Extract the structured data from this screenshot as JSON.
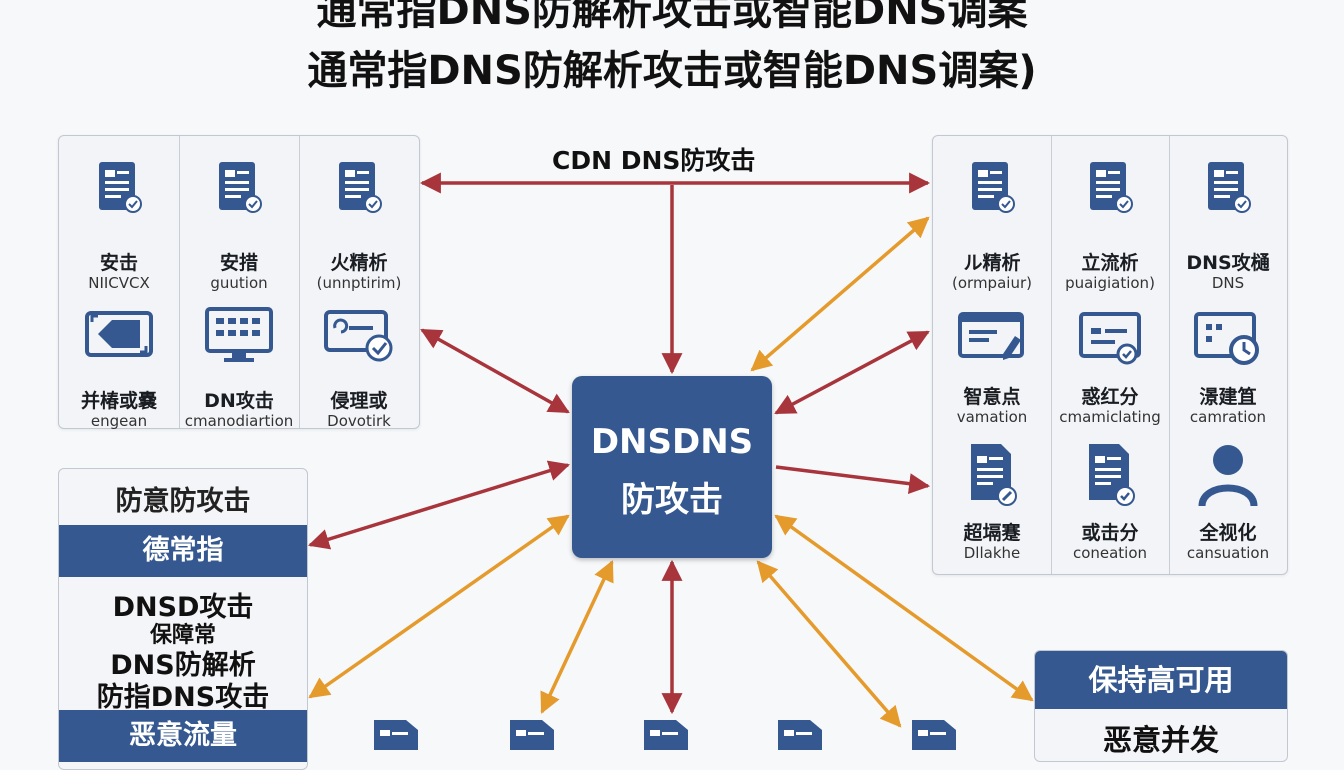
{
  "title": {
    "line_cut": "通常指DNS防解析攻击或智能DNS调案",
    "line_main": "通常指DNS防解析攻击或智能DNS调案)"
  },
  "center": {
    "line1": "DNSDNS",
    "line2": "防攻击"
  },
  "top_label": "CDN DNS防攻击",
  "left_top_panel": {
    "row1": [
      {
        "cn": "安击",
        "en": "NIICVCX",
        "icon": "document-check-icon"
      },
      {
        "cn": "安措",
        "en": "guution",
        "icon": "document-check-icon"
      },
      {
        "cn": "火精析",
        "en": "(unnptirim)",
        "icon": "document-check-icon"
      }
    ],
    "row2": [
      {
        "cn": "并椿或嚢",
        "en": "engean",
        "icon": "resize-frame-icon"
      },
      {
        "cn": "DN攻击",
        "en": "cmanodiartion",
        "icon": "monitor-grid-icon"
      },
      {
        "cn": "侵理或",
        "en": "Dovotirk",
        "icon": "card-check-icon"
      }
    ]
  },
  "right_panel": {
    "row1": [
      {
        "cn": "ル精析",
        "en": "(ormpaiur)",
        "icon": "document-check-icon"
      },
      {
        "cn": "立流析",
        "en": "puaigiation)",
        "icon": "document-check-icon"
      },
      {
        "cn": "DNS攻樋",
        "en": "DNS",
        "icon": "document-check-icon"
      }
    ],
    "row2": [
      {
        "cn": "智意点",
        "en": "vamation",
        "icon": "screen-edit-icon"
      },
      {
        "cn": "惑红分",
        "en": "cmamiclating",
        "icon": "card-check-icon"
      },
      {
        "cn": "澋建笡",
        "en": "camration",
        "icon": "monitor-clock-icon"
      }
    ],
    "row3": [
      {
        "cn": "超塥蹇",
        "en": "Dllakhe",
        "icon": "document-edit-icon"
      },
      {
        "cn": "或击分",
        "en": "coneation",
        "icon": "document-check-icon"
      },
      {
        "cn": "全视化",
        "en": "cansuation",
        "icon": "user-icon"
      }
    ]
  },
  "left_panel": {
    "header": "防意防攻击",
    "band1": "德常指",
    "lines": [
      "DNSD攻击",
      "保障常",
      "DNS防解析",
      "防指DNS攻击"
    ],
    "band2": "恶意流量"
  },
  "bottom_right_panel": {
    "band": "保持高可用",
    "sub": "恶意并发"
  },
  "colors": {
    "navy": "#34588f",
    "red_arrow": "#a8353b",
    "orange_arrow": "#e59a2c",
    "panel_border": "#c2c8d2"
  }
}
